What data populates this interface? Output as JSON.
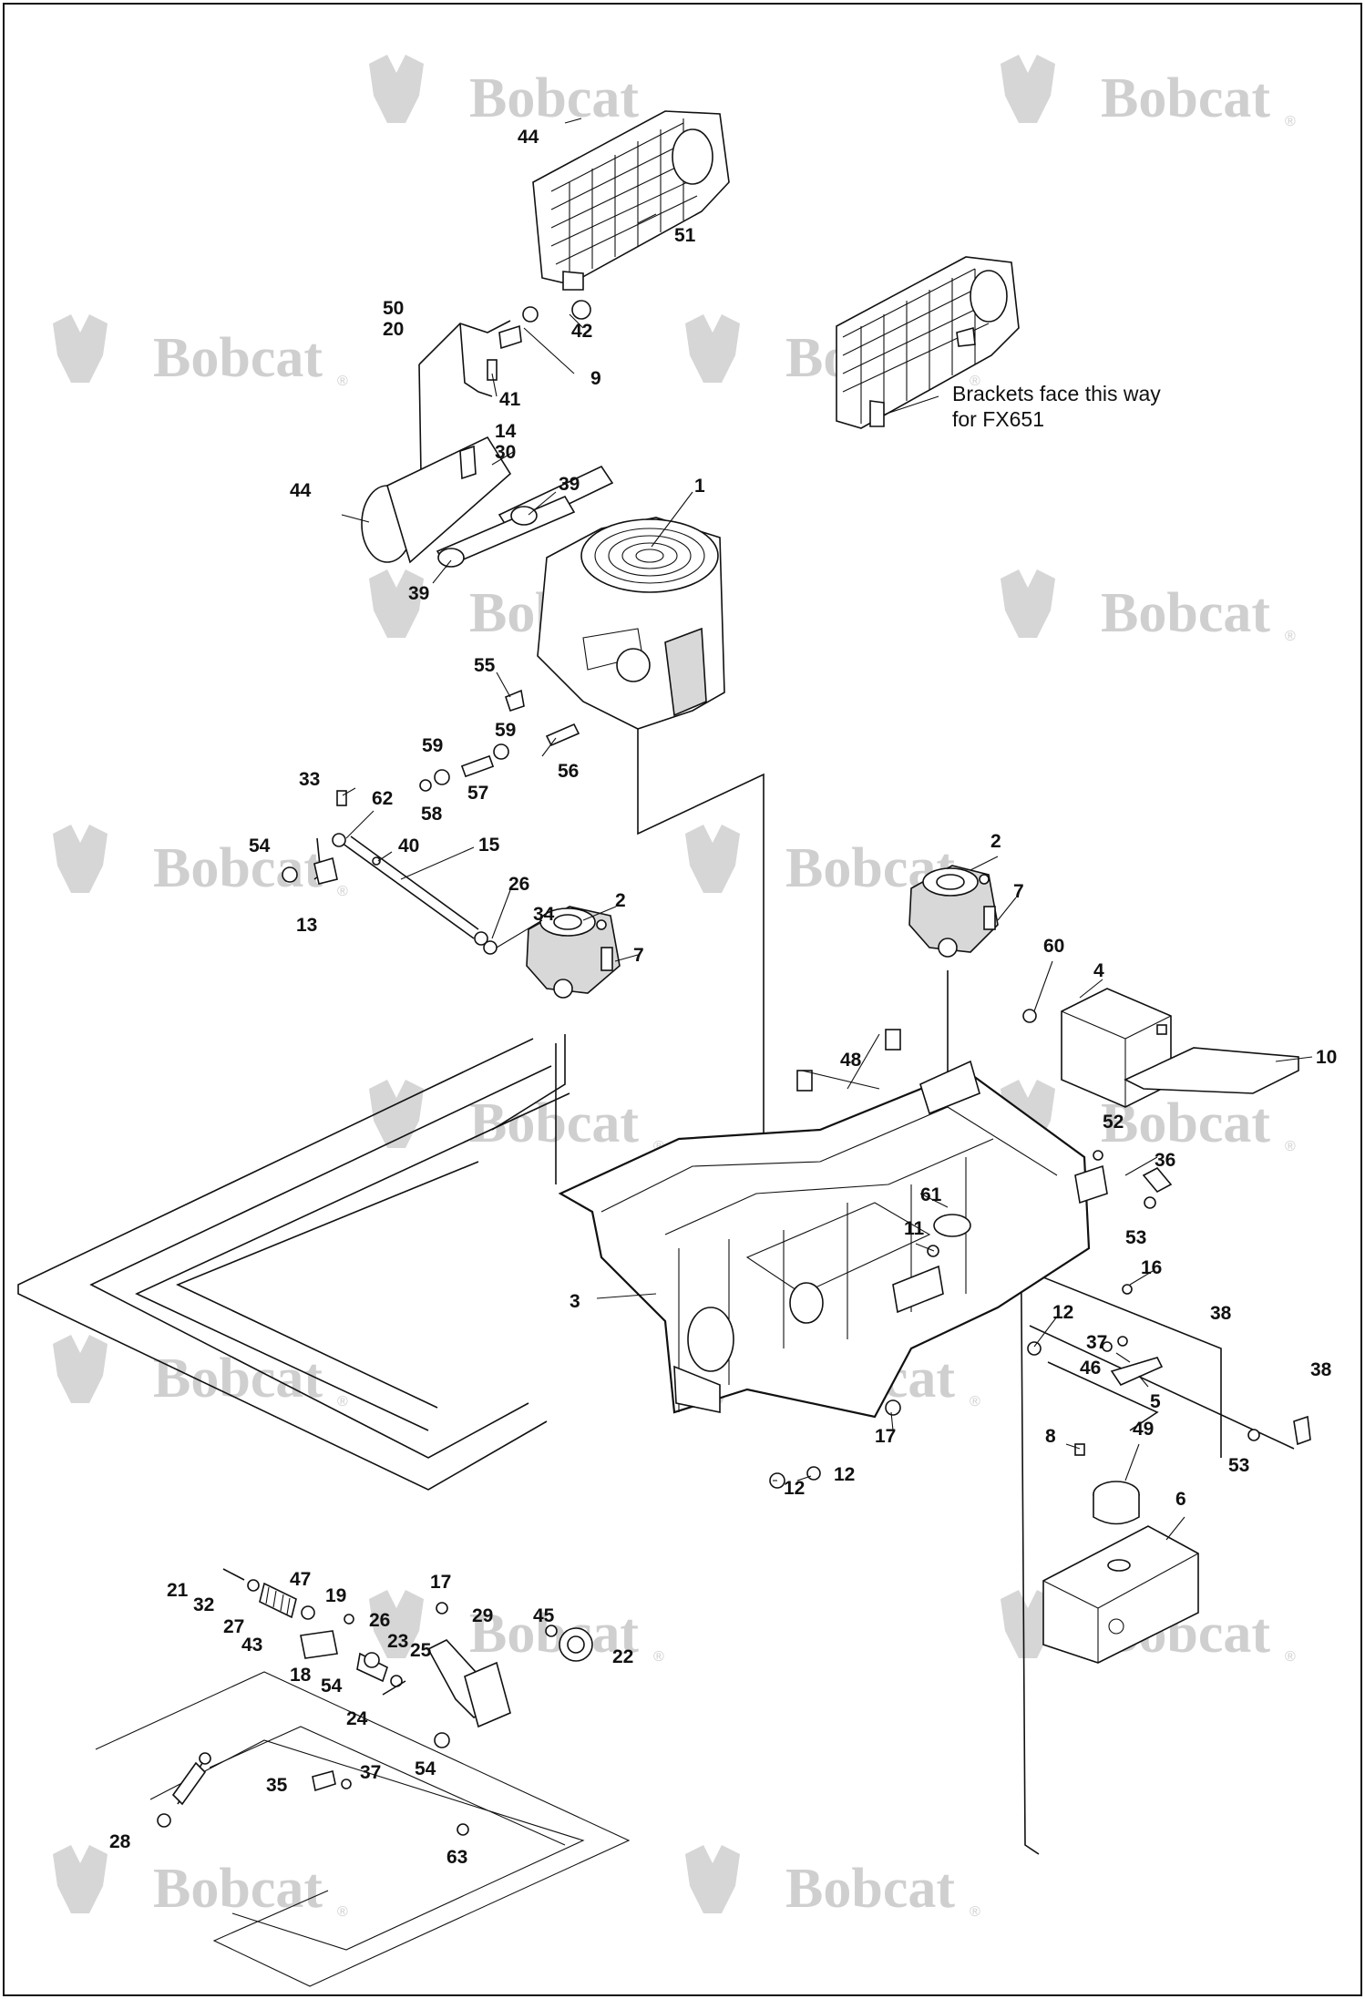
{
  "watermark": {
    "brand": "Bobcat",
    "registered": "®"
  },
  "note": {
    "line1": "Brackets face this way",
    "line2": "for FX651"
  },
  "callouts": {
    "c1": "1",
    "c2a": "2",
    "c2b": "2",
    "c3": "3",
    "c4": "4",
    "c5": "5",
    "c6": "6",
    "c7a": "7",
    "c7b": "7",
    "c8": "8",
    "c9": "9",
    "c10": "10",
    "c11": "11",
    "c12a": "12",
    "c12b": "12",
    "c12c": "12",
    "c13": "13",
    "c14": "14",
    "c15": "15",
    "c16": "16",
    "c17a": "17",
    "c17b": "17",
    "c18": "18",
    "c19": "19",
    "c20": "20",
    "c21": "21",
    "c22": "22",
    "c23": "23",
    "c24": "24",
    "c25": "25",
    "c26a": "26",
    "c26b": "26",
    "c27": "27",
    "c28": "28",
    "c29": "29",
    "c30": "30",
    "c32": "32",
    "c33": "33",
    "c34": "34",
    "c35": "35",
    "c36": "36",
    "c37a": "37",
    "c37b": "37",
    "c38a": "38",
    "c38b": "38",
    "c39a": "39",
    "c39b": "39",
    "c40": "40",
    "c41": "41",
    "c42": "42",
    "c43": "43",
    "c44a": "44",
    "c44b": "44",
    "c45": "45",
    "c46": "46",
    "c47": "47",
    "c48": "48",
    "c49": "49",
    "c50": "50",
    "c51": "51",
    "c52": "52",
    "c53a": "53",
    "c53b": "53",
    "c54a": "54",
    "c54b": "54",
    "c54c": "54",
    "c55": "55",
    "c56": "56",
    "c57": "57",
    "c58": "58",
    "c59a": "59",
    "c59b": "59",
    "c60": "60",
    "c61": "61",
    "c62": "62",
    "c63": "63"
  }
}
